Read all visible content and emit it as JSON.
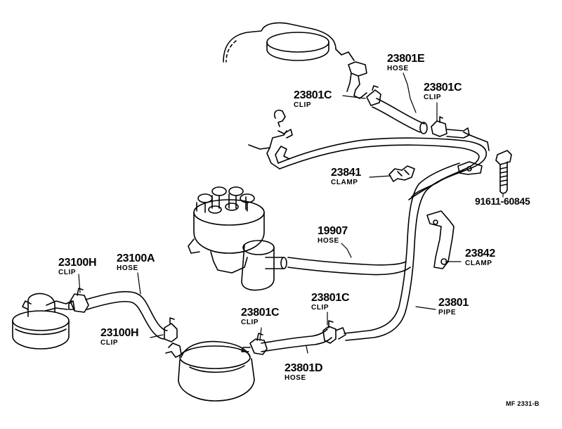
{
  "callouts": {
    "hose_23801E": {
      "part": "23801E",
      "desc": "HOSE"
    },
    "clip_23801C_upper_left": {
      "part": "23801C",
      "desc": "CLIP"
    },
    "clip_23801C_upper_right": {
      "part": "23801C",
      "desc": "CLIP"
    },
    "clamp_23841": {
      "part": "23841",
      "desc": "CLAMP"
    },
    "bolt_91611": {
      "part": "91611-60845"
    },
    "hose_19907": {
      "part": "19907",
      "desc": "HOSE"
    },
    "clamp_23842": {
      "part": "23842",
      "desc": "CLAMP"
    },
    "clip_23100H_left": {
      "part": "23100H",
      "desc": "CLIP"
    },
    "hose_23100A": {
      "part": "23100A",
      "desc": "HOSE"
    },
    "clip_23100H_lower": {
      "part": "23100H",
      "desc": "CLIP"
    },
    "clip_23801C_lower_left": {
      "part": "23801C",
      "desc": "CLIP"
    },
    "clip_23801C_lower_right": {
      "part": "23801C",
      "desc": "CLIP"
    },
    "pipe_23801": {
      "part": "23801",
      "desc": "PIPE"
    },
    "hose_23801D": {
      "part": "23801D",
      "desc": "HOSE"
    }
  },
  "drawing_code": "MF  2331-B",
  "colors": {
    "ink": "#000000",
    "paper": "#ffffff"
  }
}
